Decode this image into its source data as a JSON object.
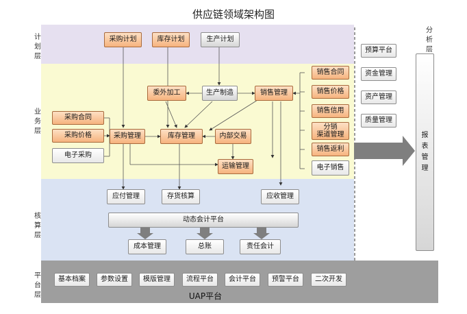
{
  "title": "供应链领域架构图",
  "layers": {
    "plan": "计划层",
    "business": "业务层",
    "accounting": "核算层",
    "platform": "平台层",
    "analysis": "分析层"
  },
  "plan_boxes": {
    "purchase_plan": "采购计划",
    "inventory_plan": "库存计划",
    "production_plan": "生产计划"
  },
  "business_boxes": {
    "purchase_contract": "采购合同",
    "purchase_price": "采购价格",
    "e_procurement": "电子采购",
    "outsourcing": "委外加工",
    "production": "生产制造",
    "purchase_mgmt": "采购管理",
    "inventory_mgmt": "库存管理",
    "internal_trade": "内部交易",
    "transport_mgmt": "运输管理",
    "sales_mgmt": "销售管理"
  },
  "sales_items": [
    "销售合同",
    "销售价格",
    "销售信用",
    "分销\n渠道管理",
    "销售返利",
    "电子销售"
  ],
  "accounting_boxes": {
    "payable": "应付管理",
    "inventory_cost": "存货核算",
    "receivable": "应收管理",
    "dynamic_platform": "动态会计平台",
    "cost_mgmt": "成本管理",
    "ledger": "总账",
    "responsibility": "责任会计"
  },
  "analysis_items": [
    "预算平台",
    "资金管理",
    "资产管理",
    "质量管理"
  ],
  "report": "报\n表\n管\n理",
  "platform_items": [
    "基本档案",
    "参数设置",
    "模版管理",
    "流程平台",
    "会计平台",
    "预警平台",
    "二次开发"
  ],
  "platform_name": "UAP平台",
  "colors": {
    "plan_band": "#e6e0f0",
    "business_band": "#fafad2",
    "accounting_band": "#dae3f3",
    "platform_band": "#9e9e9e",
    "orange_box": "#f6b37e",
    "arrow_gray": "#7f7f7f"
  }
}
